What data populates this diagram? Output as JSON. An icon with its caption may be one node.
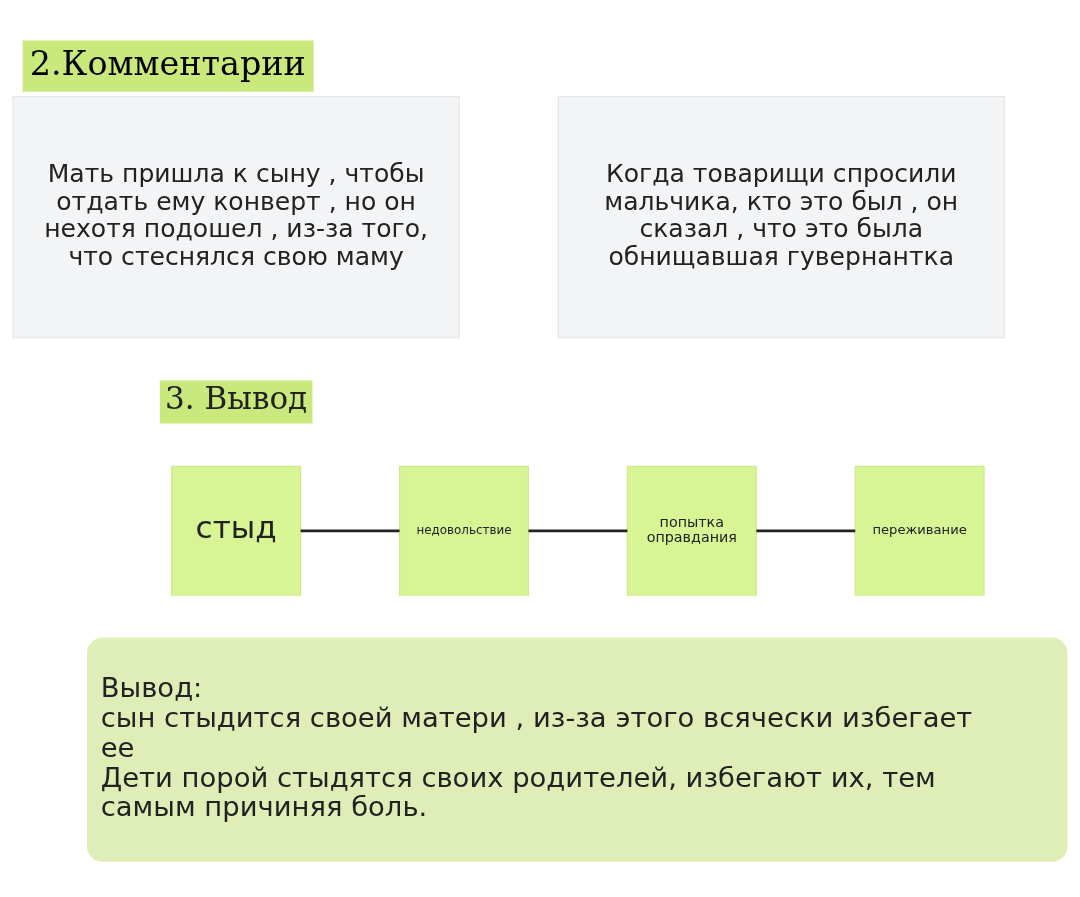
{
  "diagram": {
    "title": "2.Комментарии",
    "nodes": [
      {
        "text": [
          "Мать пришла к сыну , чтобы отдать ему конверт , но он нехотя подошел , из-за того, что стеснялся свою маму"
        ]
      },
      {
        "text": [
          "Когда товарищи спросили мальчика, кто это был , он сказал , что это была обнищавшая гувернантка"
        ]
      },
      {
        "text": [
          "стыд"
        ]
      },
      {
        "text": [
          "недовольствие"
        ]
      },
      {
        "text": [
          "попытка оправдания"
        ]
      },
      {
        "text": [
          "переживание"
        ]
      },
      {
        "text": [
          "Вывод:",
          "сын стыдится своей матери , из-за этого всячески избегает ее",
          "Дети порой стыдятся своих родителей, избегают их, тем самым причиняя боль."
        ]
      }
    ],
    "edges": [
      {
        "from": 2,
        "to": 3,
        "arrow": "none"
      },
      {
        "from": 3,
        "to": 4,
        "arrow": "none"
      },
      {
        "from": 4,
        "to": 5,
        "arrow": "none"
      }
    ],
    "labels": [
      "3. Вывод"
    ]
  }
}
